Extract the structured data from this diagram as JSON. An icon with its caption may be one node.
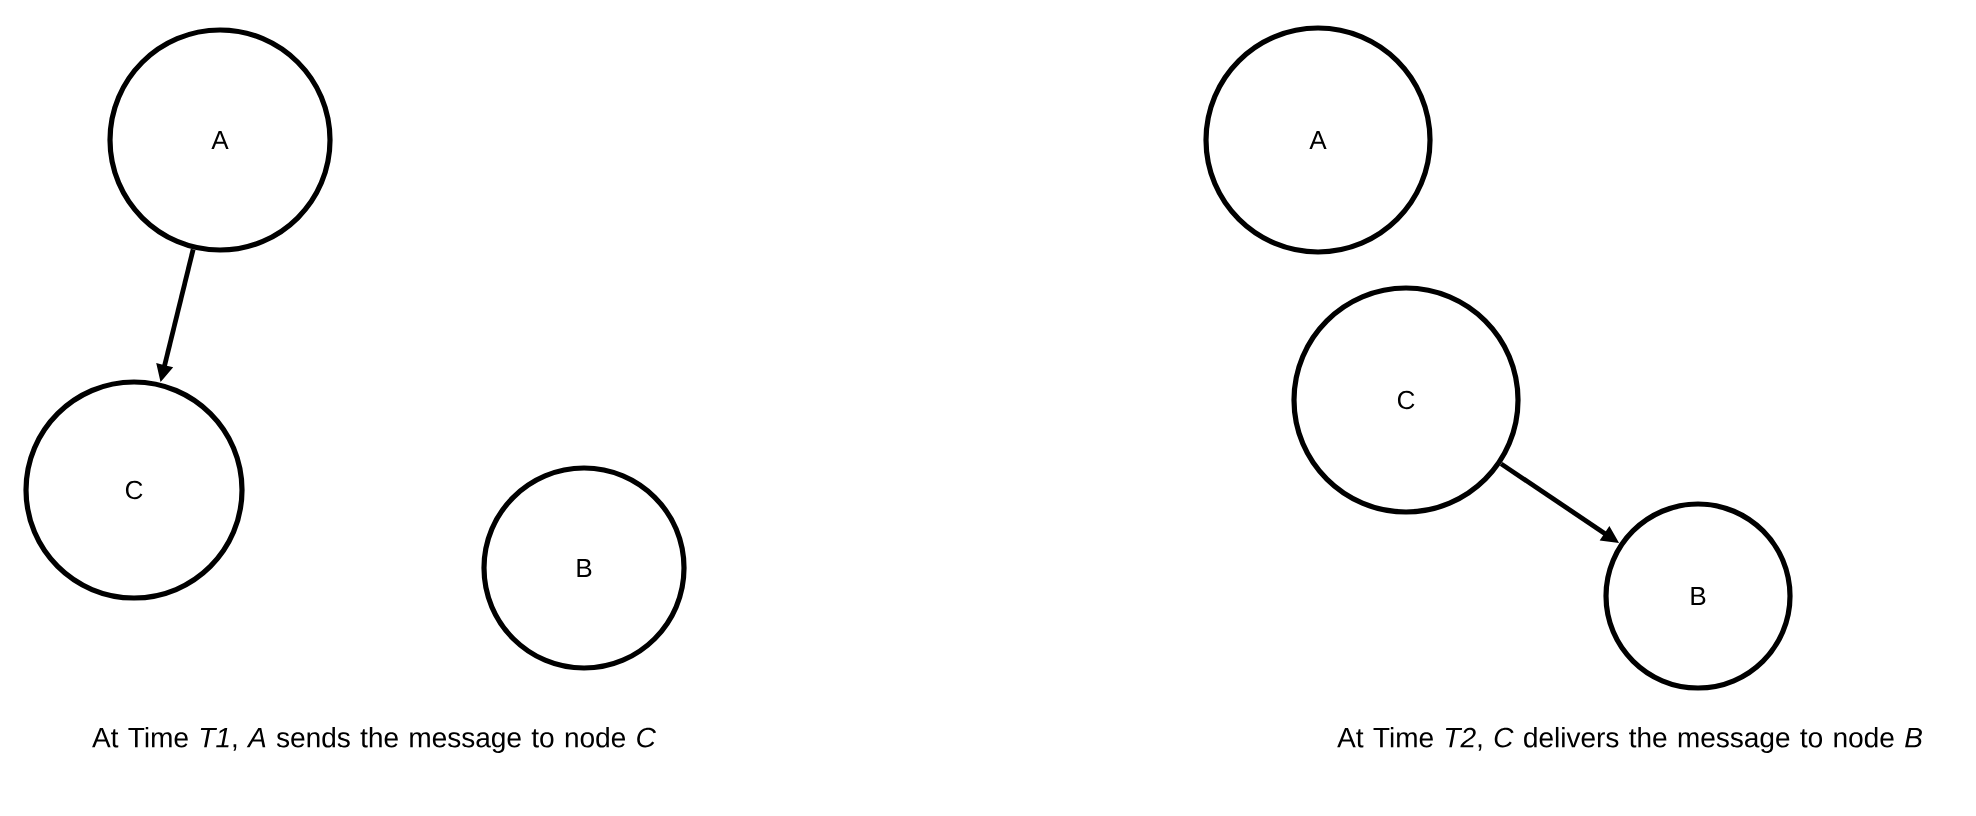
{
  "diagram": {
    "nodes": [
      {
        "text": [
          "A"
        ]
      },
      {
        "text": [
          "C"
        ]
      },
      {
        "text": [
          "B"
        ]
      },
      {
        "text": [
          "A"
        ]
      },
      {
        "text": [
          "C"
        ]
      },
      {
        "text": [
          "B"
        ]
      }
    ],
    "edges": [
      {
        "from": 0,
        "to": 1,
        "arrow": "to"
      },
      {
        "from": 4,
        "to": 5,
        "arrow": "to"
      }
    ],
    "labels": [
      "At Time *T1*, *A* sends the message to node *C*",
      "At Time *T2*, *C* delivers the message to node *B*"
    ]
  }
}
